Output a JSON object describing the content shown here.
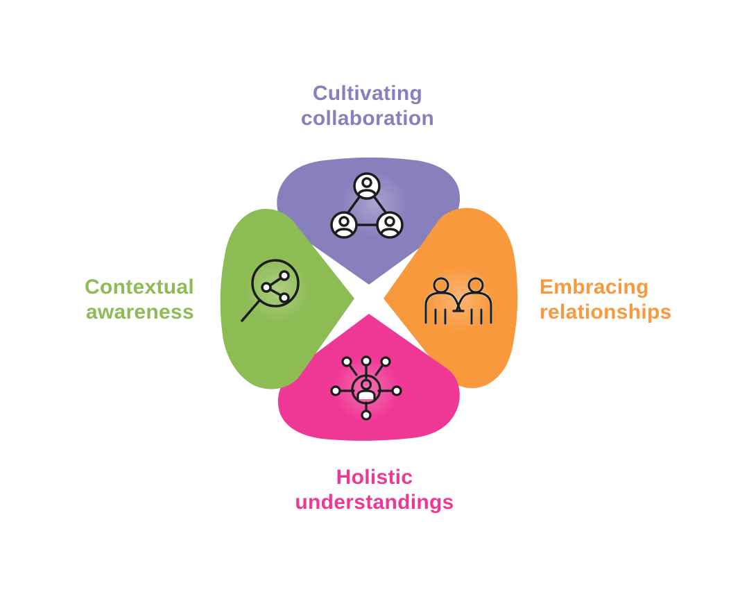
{
  "colors": {
    "purple": "#8880bd",
    "orange": "#f9993d",
    "green": "#8dbb54",
    "pink": "#ef3895",
    "icon_stroke": "#1c1c1c",
    "background": "#ffffff"
  },
  "segments": {
    "top": {
      "line1": "Cultivating",
      "line2": "collaboration",
      "icon": "team-network-icon"
    },
    "right": {
      "line1": "Embracing",
      "line2": "relationships",
      "icon": "people-holding-hands-icon"
    },
    "bottom": {
      "line1": "Holistic",
      "line2": "understandings",
      "icon": "person-network-icon"
    },
    "left": {
      "line1": "Contextual",
      "line2": "awareness",
      "icon": "magnifier-share-icon"
    }
  }
}
